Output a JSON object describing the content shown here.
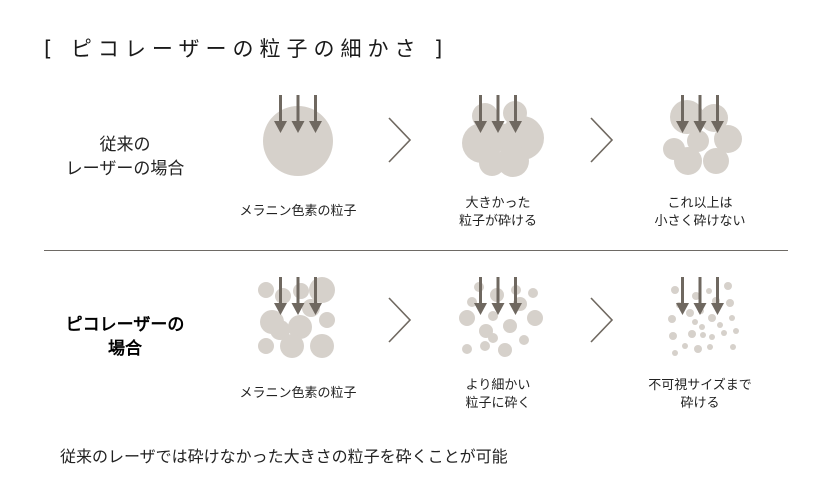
{
  "title": "[ ピコレーザーの粒子の細かさ ]",
  "colors": {
    "particle": "#d6d1cb",
    "arrow": "#6f6860",
    "divider": "#6e6a65",
    "text": "#222222"
  },
  "rows": [
    {
      "label_line1": "従来の",
      "label_line2": "レーザーの場合",
      "bold": false,
      "steps": [
        {
          "caption_line1": "メラニン色素の粒子",
          "caption_line2": ""
        },
        {
          "caption_line1": "大きかった",
          "caption_line2": "粒子が砕ける"
        },
        {
          "caption_line1": "これ以上は",
          "caption_line2": "小さく砕けない"
        }
      ]
    },
    {
      "label_line1": "ピコレーザーの",
      "label_line2": "場合",
      "bold": true,
      "steps": [
        {
          "caption_line1": "メラニン色素の粒子",
          "caption_line2": ""
        },
        {
          "caption_line1": "より細かい",
          "caption_line2": "粒子に砕く"
        },
        {
          "caption_line1": "不可視サイズまで",
          "caption_line2": "砕ける"
        }
      ]
    }
  ],
  "icons": {
    "arrow": "down-arrow-icon",
    "chevron": "chevron-right-icon"
  },
  "footer": "従来のレーザでは砕けなかった大きさの粒子を砕くことが可能"
}
